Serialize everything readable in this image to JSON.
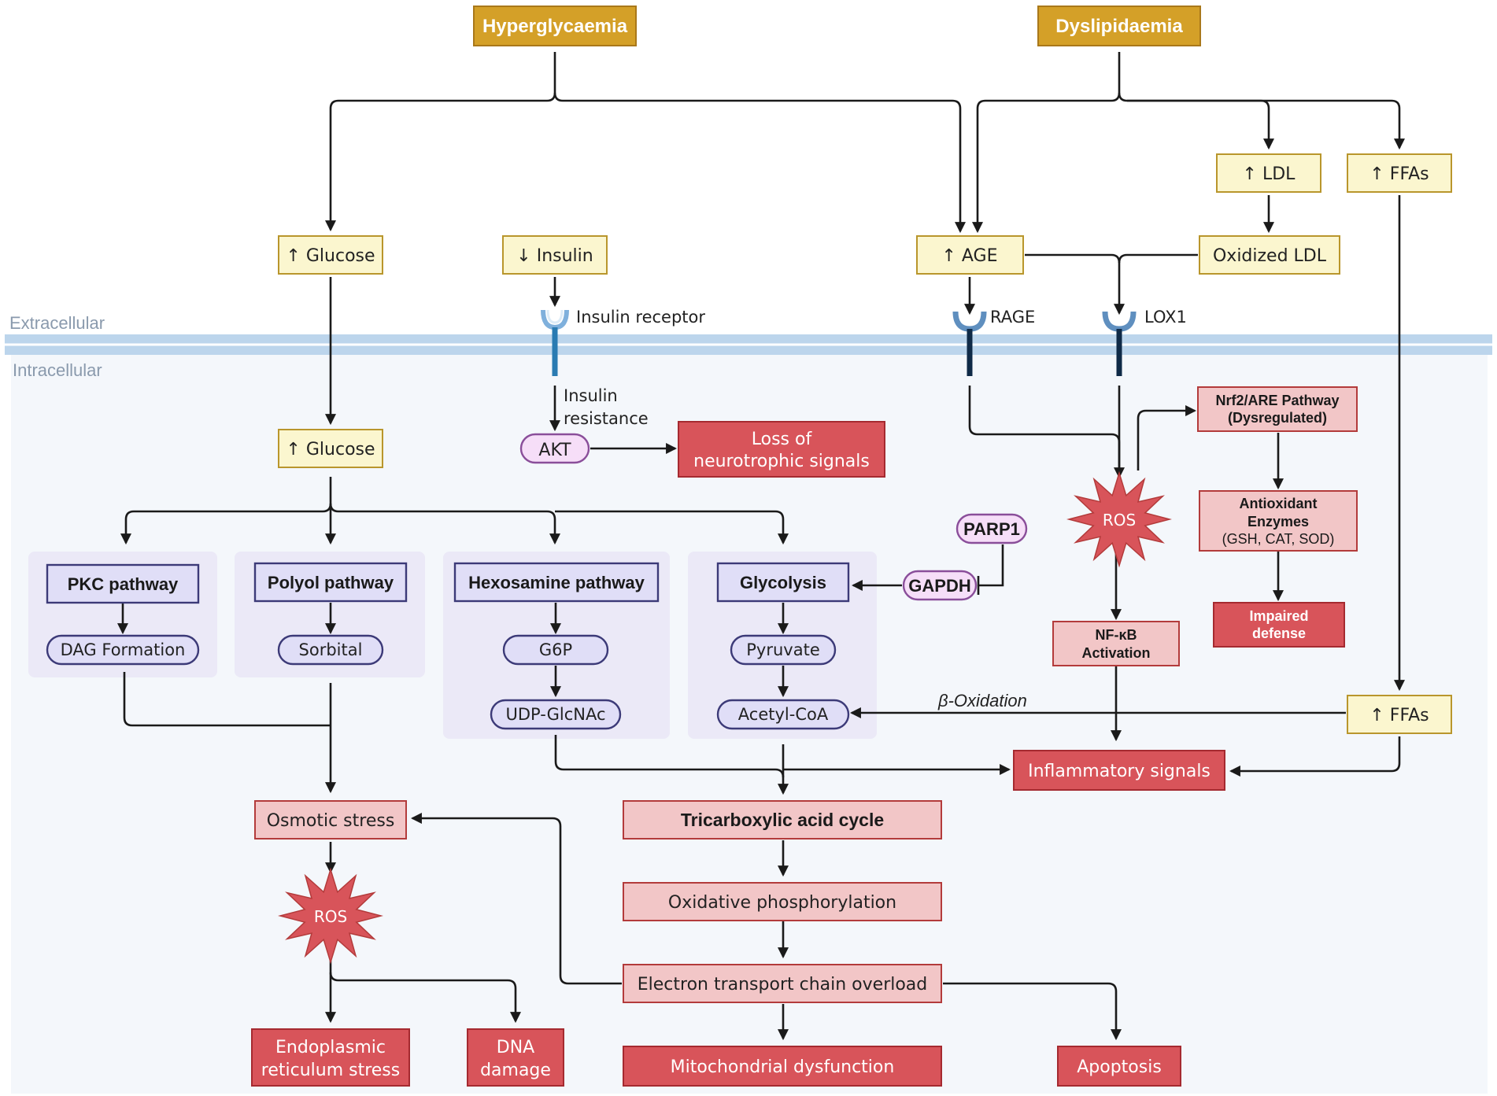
{
  "regions": {
    "extracellular": "Extracellular",
    "intracellular": "Intracellular"
  },
  "sources": {
    "hyperglycaemia": "Hyperglycaemia",
    "dyslipidaemia": "Dyslipidaemia"
  },
  "extracellular": {
    "glucose": "↑ Glucose",
    "insulin": "↓ Insulin",
    "age": "↑ AGE",
    "ldl": "↑ LDL",
    "ffas": "↑ FFAs",
    "oxidized_ldl": "Oxidized LDL"
  },
  "receptors": {
    "insulin_receptor": "Insulin receptor",
    "rage": "RAGE",
    "lox1": "LOX1"
  },
  "intracellular": {
    "glucose": "↑ Glucose",
    "insulin_resistance_line1": "Insulin",
    "insulin_resistance_line2": "resistance",
    "akt": "AKT",
    "loss_neuro_line1": "Loss of",
    "loss_neuro_line2": "neurotrophic signals",
    "ffas": "↑ FFAs",
    "beta_oxidation": "β-Oxidation"
  },
  "pathways": {
    "pkc": {
      "title": "PKC pathway",
      "steps": [
        "DAG Formation"
      ]
    },
    "polyol": {
      "title": "Polyol pathway",
      "steps": [
        "Sorbital"
      ]
    },
    "hexosamine": {
      "title": "Hexosamine pathway",
      "steps": [
        "G6P",
        "UDP-GlcNAc"
      ]
    },
    "glycolysis": {
      "title": "Glycolysis",
      "steps": [
        "Pyruvate",
        "Acetyl-CoA"
      ]
    }
  },
  "enzymes": {
    "parp1": "PARP1",
    "gapdh": "GAPDH"
  },
  "oxidative": {
    "ros_right": "ROS",
    "ros_left": "ROS",
    "nrf2_line1": "Nrf2/ARE Pathway",
    "nrf2_line2": "(Dysregulated)",
    "antiox_line1": "Antioxidant",
    "antiox_line2": "Enzymes",
    "antiox_line3": "(GSH, CAT, SOD)",
    "impaired_line1": "Impaired",
    "impaired_line2": "defense",
    "nfkb_line1": "NF-κB",
    "nfkb_line2": "Activation",
    "inflammatory": "Inflammatory signals"
  },
  "mito": {
    "tca": "Tricarboxylic acid cycle",
    "oxphos": "Oxidative phosphorylation",
    "etc": "Electron transport chain overload",
    "mito_dysfunction": "Mitochondrial dysfunction",
    "apoptosis": "Apoptosis"
  },
  "stress": {
    "osmotic": "Osmotic stress",
    "er_line1": "Endoplasmic",
    "er_line2": "reticulum stress",
    "dna_line1": "DNA",
    "dna_line2": "damage"
  },
  "colors": {
    "source_fill": "#d4a028",
    "source_stroke": "#a9781a",
    "yellow_fill": "#fbf6cf",
    "yellow_stroke": "#b9962c",
    "pathway_fill": "#e0def7",
    "pathway_stroke": "#3c3a78",
    "pathway_bg": "#ebe9f7",
    "pink_fill": "#f2c6c7",
    "pink_stroke": "#b33b3b",
    "red_fill": "#d8545a",
    "red_stroke": "#a52a30",
    "purple_fill": "#f6def8",
    "purple_stroke": "#8a4e9a",
    "membrane": "#bcd5ec",
    "cell_bg": "#f4f7fb",
    "receptor_dark": "#0f2a47",
    "receptor_cup": "#5f8fbf"
  }
}
